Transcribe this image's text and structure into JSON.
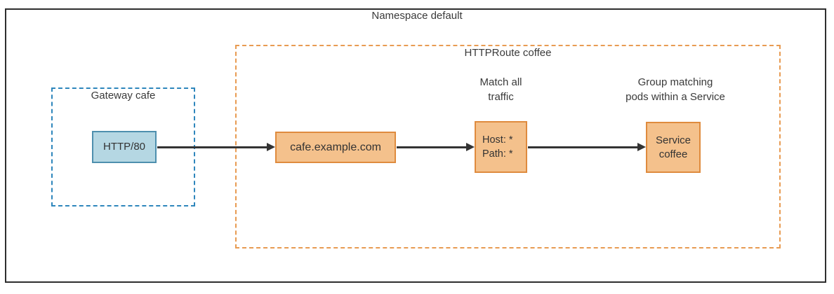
{
  "frame": {
    "title": "Namespace default"
  },
  "gateway_group": {
    "title": "Gateway cafe",
    "listener_label": "HTTP/80"
  },
  "route_group": {
    "title": "HTTPRoute coffee",
    "hostname_label": "cafe.example.com",
    "match_annotation_line1": "Match all",
    "match_annotation_line2": "traffic",
    "match_host_rule": "Host: *",
    "match_path_rule": "Path: *",
    "backend_annotation_line1": "Group matching",
    "backend_annotation_line2": "pods within a Service",
    "service_label_line1": "Service",
    "service_label_line2": "coffee"
  },
  "colors": {
    "frame_border": "#2e2e2e",
    "text": "#3a3a3a",
    "gateway_group_border": "#2e86bc",
    "gateway_node_fill": "#b5d7e3",
    "gateway_node_border": "#4e8fae",
    "route_group_border": "#e89b52",
    "route_node_fill": "#f4c18c",
    "route_node_border": "#df8b3e",
    "arrow": "#333333"
  }
}
